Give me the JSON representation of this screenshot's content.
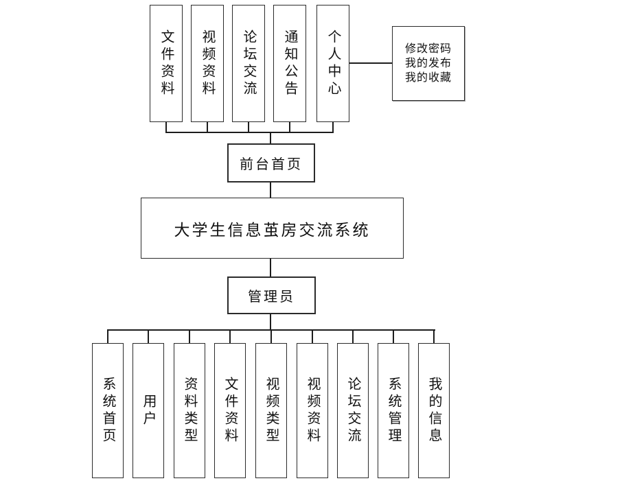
{
  "diagram": {
    "system_title": "大学生信息茧房交流系统",
    "front_home_label": "前台首页",
    "admin_label": "管理员",
    "front_modules": [
      "文件资料",
      "视频资料",
      "论坛交流",
      "通知公告",
      "个人中心"
    ],
    "personal_center_menu": [
      "修改密码",
      "我的发布",
      "我的收藏"
    ],
    "admin_modules": [
      "系统首页",
      "用户",
      "资料类型",
      "文件资料",
      "视频类型",
      "视频资料",
      "论坛交流",
      "系统管理",
      "我的信息"
    ],
    "line_color": "#1c1c1c",
    "background_color": "#ffffff"
  }
}
